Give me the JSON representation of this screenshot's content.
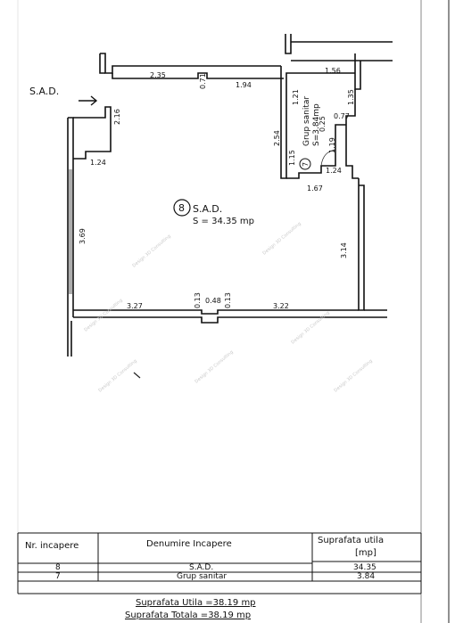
{
  "plan": {
    "entrance_label": "S.A.D.",
    "room_main": {
      "number": "8",
      "name": "S.A.D.",
      "area_text": "S = 34.35 mp"
    },
    "room_wc": {
      "number": "7",
      "name": "Grup sanitar",
      "area_text": "S=3.84mp"
    },
    "dimensions": {
      "d_2_35": "2.35",
      "d_0_71": "0.71",
      "d_1_94": "1.94",
      "d_1_56": "1.56",
      "d_1_21": "1.21",
      "d_1_35": "1.35",
      "d_0_77": "0.77",
      "d_0_25": "0.25",
      "d_2_16": "2.16",
      "d_2_54": "2.54",
      "d_1_15": "1.15",
      "d_1_19": "1.19",
      "d_1_24": "1.24",
      "d_1_67": "1.67",
      "d_1_24b": "1.24",
      "d_3_69": "3.69",
      "d_3_14": "3.14",
      "d_3_27": "3.27",
      "d_0_13a": "0.13",
      "d_0_48": "0.48",
      "d_0_13b": "0.13",
      "d_3_22": "3.22"
    },
    "watermark": "Design 3D Consulting"
  },
  "table": {
    "headers": {
      "nr": "Nr. incapere",
      "name": "Denumire Incapere",
      "area_line1": "Suprafata utila",
      "area_line2": "[mp]"
    },
    "rows": [
      {
        "nr": "8",
        "name": "S.A.D.",
        "area": "34.35"
      },
      {
        "nr": "7",
        "name": "Grup sanitar",
        "area": "3.84"
      }
    ],
    "total_useful": "Suprafata Utila =38.19 mp",
    "total_total": "Suprafata Totala =38.19 mp"
  }
}
